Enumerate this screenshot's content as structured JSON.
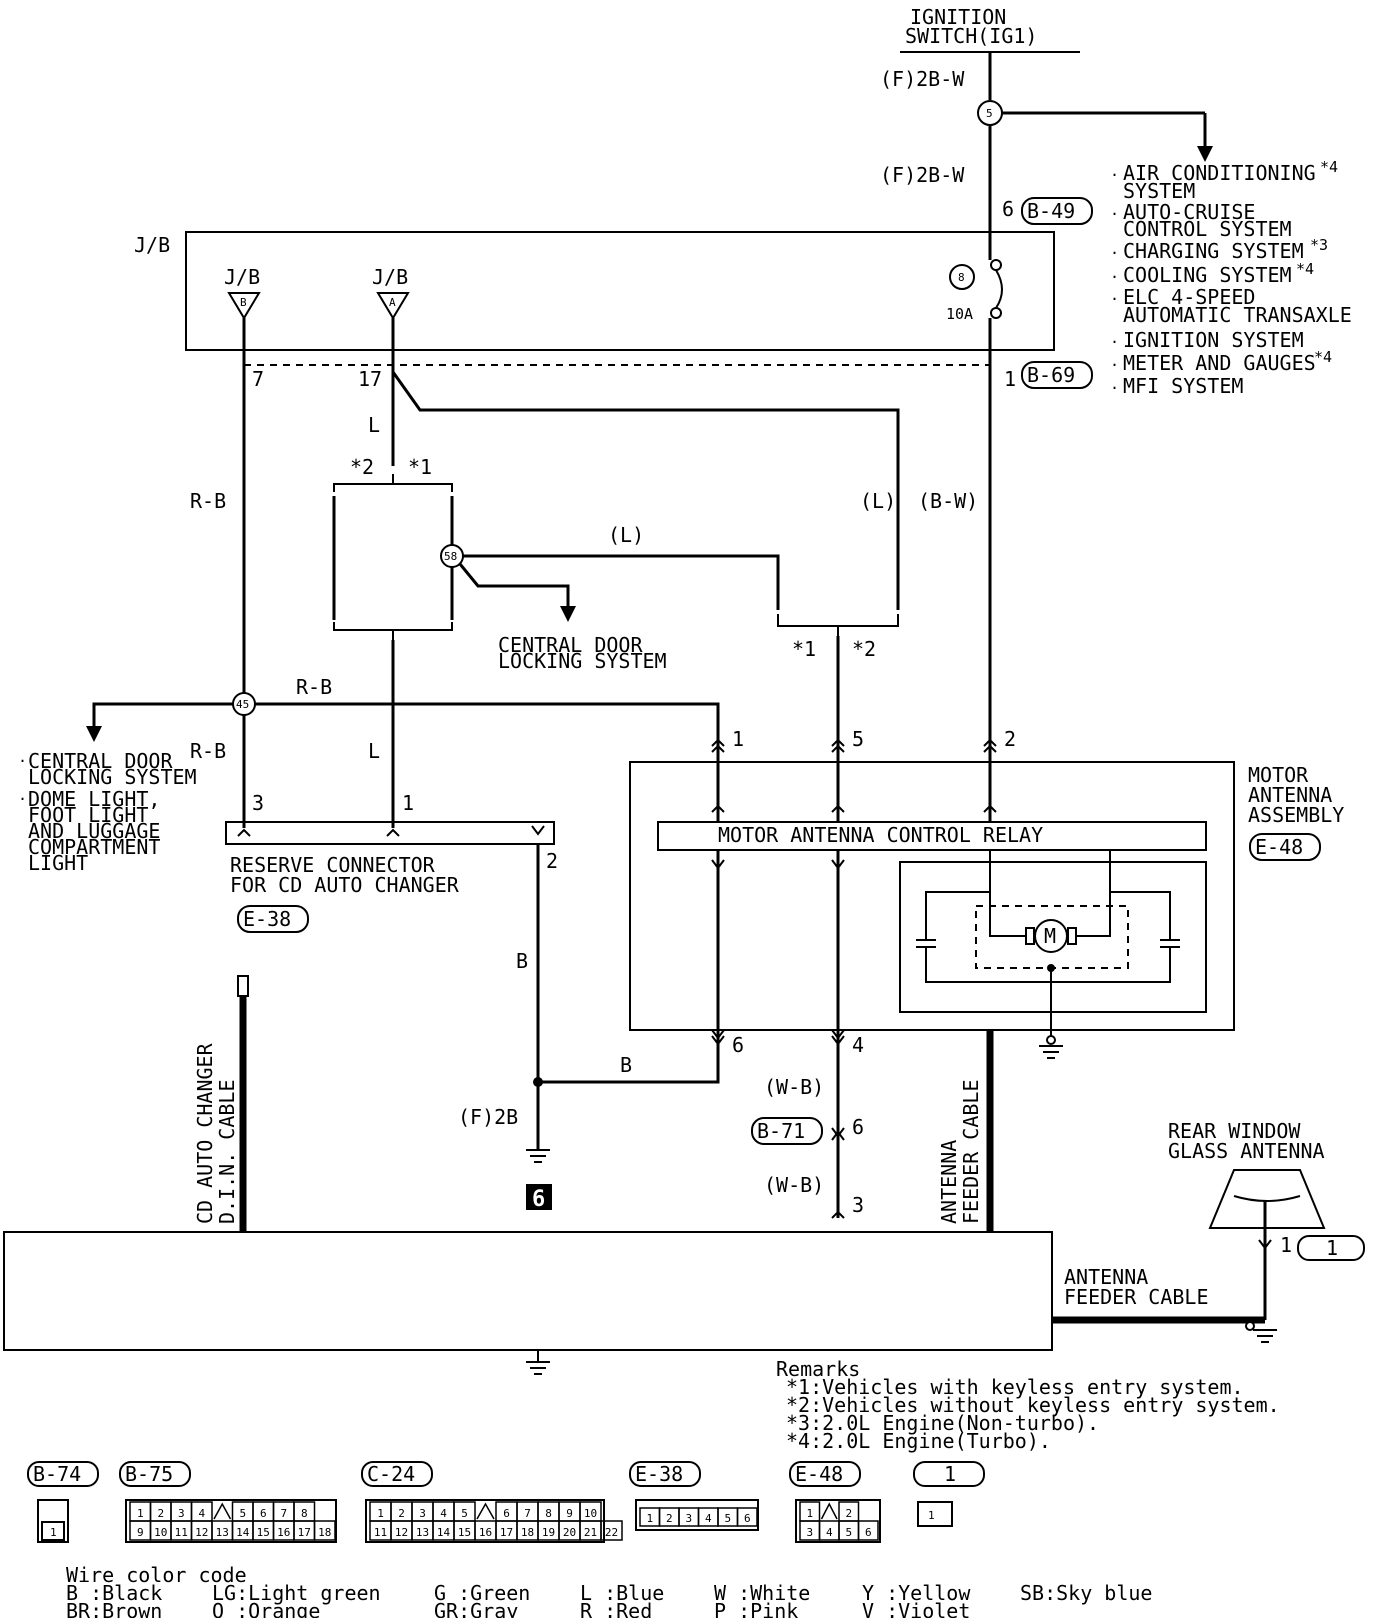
{
  "title_ignition": [
    "IGNITION",
    "SWITCH(IG1)"
  ],
  "wires": {
    "f_2b_w_top": "(F)2B-W",
    "f_2b_w_mid": "(F)2B-W",
    "rb_left_top": "R-B",
    "rb_horizontal": "R-B",
    "rb_left_bottom": "R-B",
    "l_top": "L",
    "l_bottom": "L",
    "l_paren_right": "(L)",
    "l_paren_mid": "(L)",
    "bw": "(B-W)",
    "b_vertical": "B",
    "b_horizontal": "B",
    "f_2b": "(F)2B",
    "wb_top": "(W-B)",
    "wb_bottom": "(W-B)"
  },
  "junction_labels": {
    "jb": "J/B",
    "jb_b": "J/B",
    "jb_b_letter": "B",
    "jb_a": "J/B",
    "jb_a_letter": "A",
    "fuse_no": "8",
    "fuse_amp": "10A",
    "splice_5": "5",
    "splice_58": "58",
    "splice_45": "45",
    "ground_6": "6"
  },
  "pins": {
    "p6": "6",
    "p1_right": "1",
    "p7": "7",
    "p17": "17",
    "s2a": "*2",
    "s1a": "*1",
    "s1b": "*1",
    "s2b": "*2",
    "m1": "1",
    "m5": "5",
    "m2": "2",
    "r3": "3",
    "r1": "1",
    "r2": "2",
    "m6": "6",
    "m4": "4",
    "b71_6": "6",
    "b71_3": "3",
    "rear1": "1"
  },
  "connectors": {
    "b49": "B-49",
    "b69": "B-69",
    "e48": "E-48",
    "e38": "E-38",
    "b71": "B-71",
    "c1": "1"
  },
  "right_systems": [
    {
      "text": "AIR CONDITIONING",
      "note": "*4",
      "line2": "SYSTEM"
    },
    {
      "text": "AUTO-CRUISE",
      "note": "",
      "line2": "CONTROL SYSTEM"
    },
    {
      "text": "CHARGING SYSTEM",
      "note": "*3",
      "line2": ""
    },
    {
      "text": "COOLING SYSTEM",
      "note": "*4",
      "line2": ""
    },
    {
      "text": "ELC 4-SPEED",
      "note": "",
      "line2": "AUTOMATIC TRANSAXLE"
    },
    {
      "text": "IGNITION SYSTEM",
      "note": "",
      "line2": ""
    },
    {
      "text": "METER AND GAUGES",
      "note": "*4",
      "line2": ""
    },
    {
      "text": "MFI SYSTEM",
      "note": "",
      "line2": ""
    }
  ],
  "left_systems": [
    {
      "lines": [
        "CENTRAL DOOR",
        "LOCKING SYSTEM"
      ]
    },
    {
      "lines": [
        "DOME LIGHT,",
        "FOOT LIGHT",
        "AND LUGGAGE",
        "COMPARTMENT",
        "LIGHT"
      ]
    }
  ],
  "central_door_mid": [
    "CENTRAL DOOR",
    "LOCKING SYSTEM"
  ],
  "motor_assembly_label": [
    "MOTOR",
    "ANTENNA",
    "ASSEMBLY"
  ],
  "relay_label": "MOTOR ANTENNA CONTROL RELAY",
  "motor_symbol": "M",
  "reserve_connector": [
    "RESERVE CONNECTOR",
    "FOR CD AUTO CHANGER"
  ],
  "cd_cable": [
    "CD AUTO CHANGER",
    "D.I.N. CABLE"
  ],
  "antenna_feeder_vertical": [
    "ANTENNA",
    "FEEDER CABLE"
  ],
  "antenna_feeder_horizontal": [
    "ANTENNA",
    "FEEDER CABLE"
  ],
  "rear_window": [
    "REAR WINDOW",
    "GLASS ANTENNA"
  ],
  "remarks": {
    "title": "Remarks",
    "items": [
      "*1:Vehicles with keyless entry system.",
      "*2:Vehicles without keyless entry system.",
      "*3:2.0L Engine(Non-turbo).",
      "*4:2.0L Engine(Turbo)."
    ]
  },
  "connector_views": [
    {
      "label": "B-74",
      "pins": [
        "1"
      ]
    },
    {
      "label": "B-75",
      "pins": [
        "1",
        "2",
        "3",
        "4",
        "5",
        "6",
        "7",
        "8",
        "9",
        "10",
        "11",
        "12",
        "13",
        "14",
        "15",
        "16",
        "17",
        "18"
      ]
    },
    {
      "label": "C-24",
      "pins": [
        "1",
        "2",
        "3",
        "4",
        "5",
        "6",
        "7",
        "8",
        "9",
        "10",
        "11",
        "12",
        "13",
        "14",
        "15",
        "16",
        "17",
        "18",
        "19",
        "20",
        "21",
        "22"
      ]
    },
    {
      "label": "E-38",
      "pins": [
        "1",
        "2",
        "3",
        "4",
        "5",
        "6"
      ]
    },
    {
      "label": "E-48",
      "pins": [
        "1",
        "2",
        "3",
        "4",
        "5",
        "6"
      ]
    },
    {
      "label": "1",
      "pins": [
        "1"
      ]
    }
  ],
  "wire_color_code": {
    "title": "Wire color code",
    "rows": [
      [
        "B :Black",
        "LG:Light green",
        "G :Green",
        "L :Blue",
        "W :White",
        "Y :Yellow",
        "SB:Sky blue"
      ],
      [
        "BR:Brown",
        "O :Orange",
        "GR:Gray",
        "R :Red",
        "P :Pink",
        "V :Violet",
        ""
      ]
    ]
  }
}
